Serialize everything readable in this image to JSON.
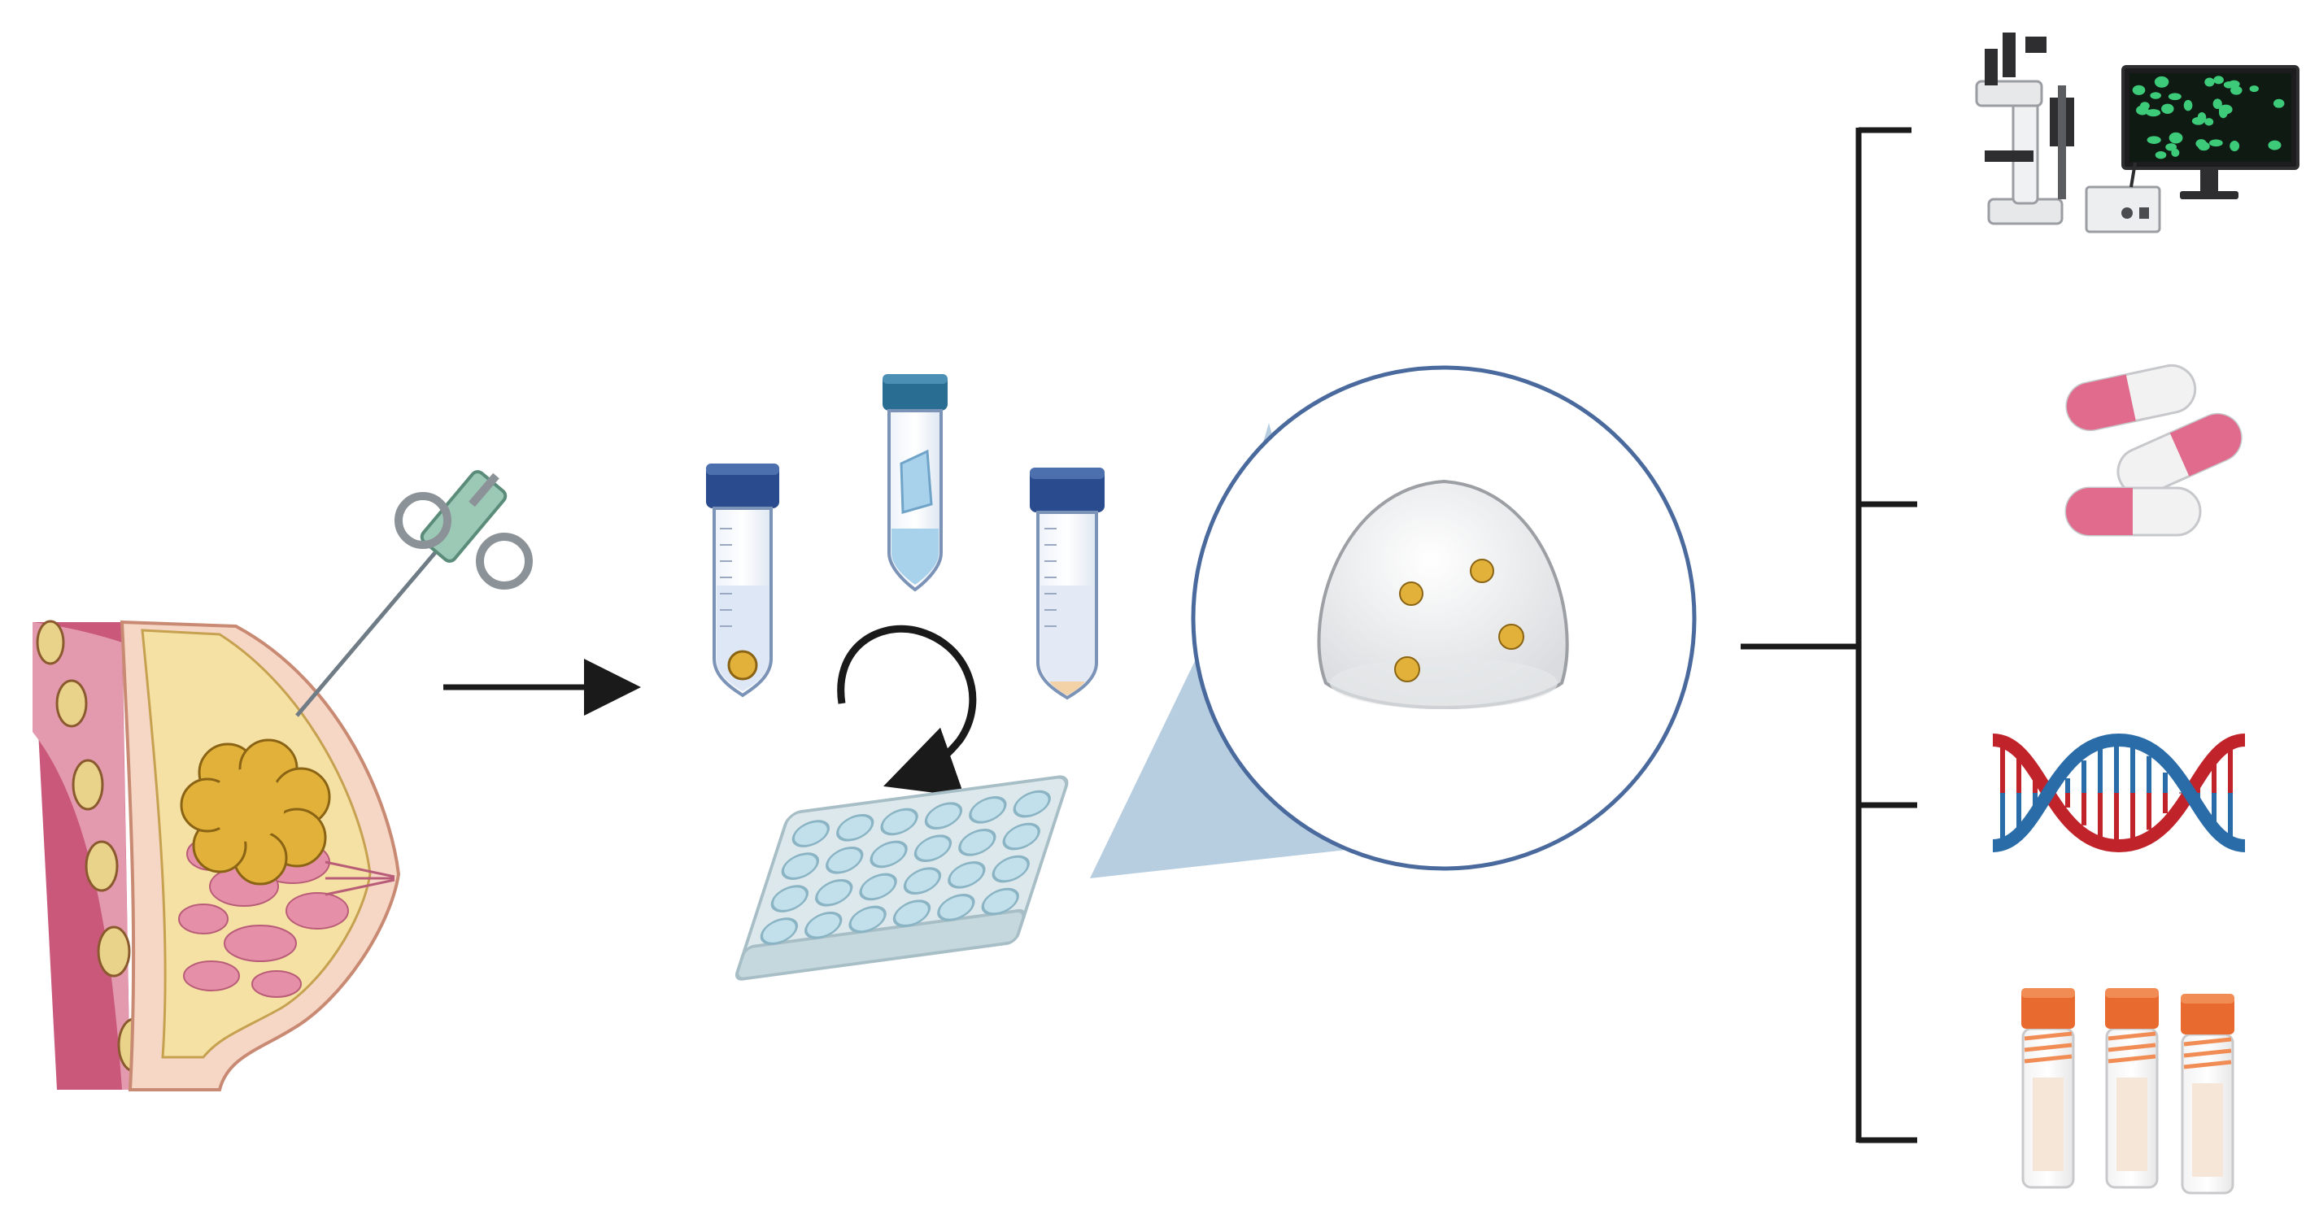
{
  "diagram": {
    "steps": [
      {
        "id": "biopsy",
        "icon": "breast-tumor-biopsy-icon"
      },
      {
        "id": "tube-processing",
        "icon": "centrifuge-tubes-icon"
      },
      {
        "id": "culture-plate",
        "icon": "well-plate-icon"
      },
      {
        "id": "organoid-dome",
        "icon": "matrigel-dome-icon"
      }
    ],
    "applications": [
      {
        "id": "imaging",
        "icon": "microscope-monitor-icon"
      },
      {
        "id": "drug-screening",
        "icon": "capsules-icon"
      },
      {
        "id": "genomics",
        "icon": "dna-helix-icon"
      },
      {
        "id": "biobanking",
        "icon": "cryovials-icon"
      }
    ],
    "colors": {
      "tumor": "#E2B13A",
      "tube_cap": "#2A4C8F",
      "circle_outline": "#4A6A9E",
      "zoom_wedge": "#B7CDE0",
      "capsule_pink": "#E06B8C",
      "dna_red": "#C0242A",
      "dna_blue": "#2A6CA8",
      "vial_cap": "#E86A2E",
      "arrow": "#1A1A1A"
    }
  }
}
